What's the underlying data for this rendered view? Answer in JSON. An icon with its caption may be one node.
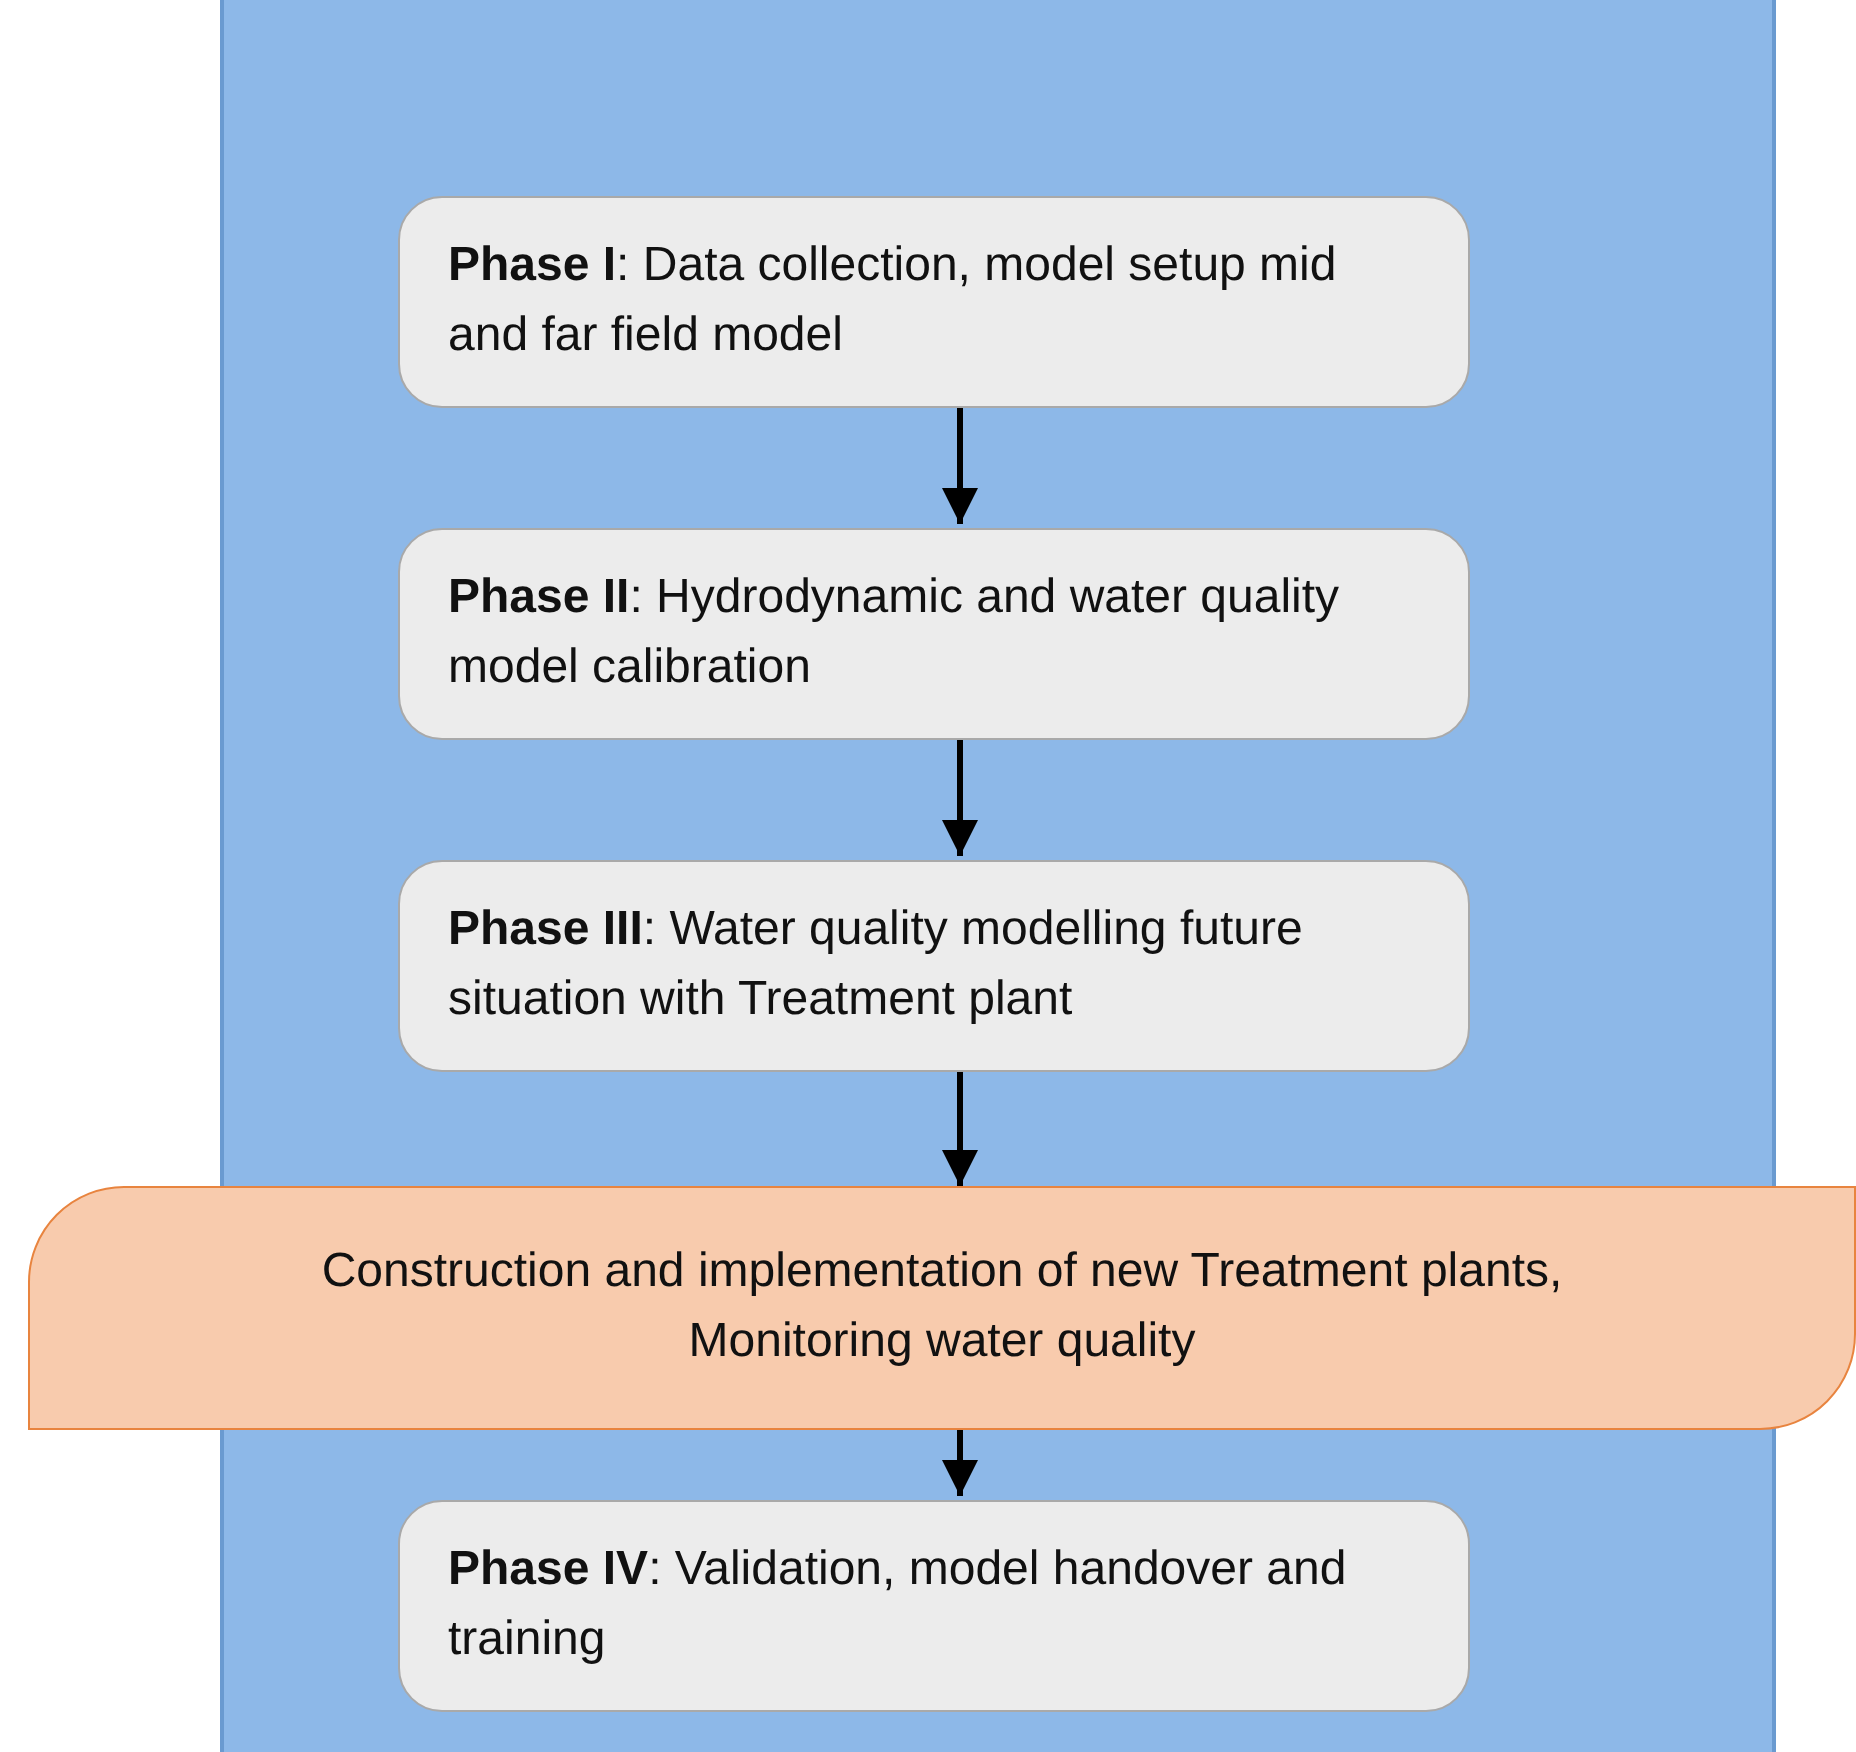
{
  "diagram": {
    "nodes": [
      {
        "text": [],
        "shape": "box"
      },
      {
        "text": [
          "**Phase I**: Data collection, model setup mid and far field model"
        ],
        "in": 0
      },
      {
        "text": [
          "**Phase II**: Hydrodynamic and water quality model calibration"
        ],
        "in": 0
      },
      {
        "text": [
          "**Phase III**: Water quality modelling future situation with Treatment plant"
        ],
        "in": 0
      },
      {
        "text": [
          "Construction and implementation of new Treatment plants, Monitoring water quality"
        ]
      },
      {
        "text": [
          "**Phase IV**: Validation, model handover and training"
        ],
        "in": 0
      }
    ],
    "edges": [
      {
        "from": 1,
        "to": 2,
        "arrow": "to"
      },
      {
        "from": 2,
        "to": 3,
        "arrow": "to"
      },
      {
        "from": 3,
        "to": 4,
        "arrow": "to"
      },
      {
        "from": 4,
        "to": 5,
        "arrow": "to"
      }
    ]
  }
}
